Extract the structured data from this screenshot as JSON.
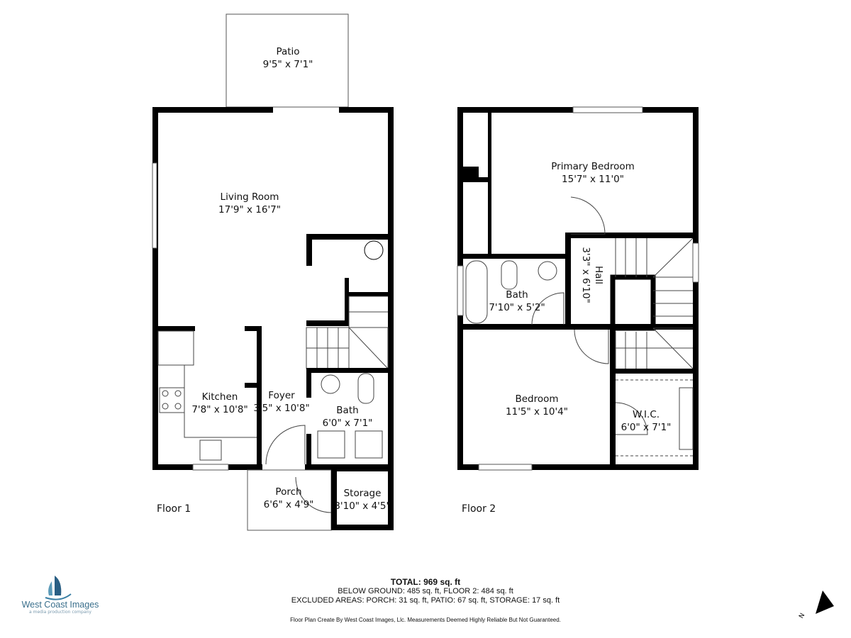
{
  "floors": [
    {
      "label": "Floor 1",
      "rooms": [
        {
          "name": "Patio",
          "dims": "9'5\" x 7'1\""
        },
        {
          "name": "Living Room",
          "dims": "17'9\" x 16'7\""
        },
        {
          "name": "Kitchen",
          "dims": "7'8\" x 10'8\""
        },
        {
          "name": "Foyer",
          "dims": "3'5\" x 10'8\""
        },
        {
          "name": "Bath",
          "dims": "6'0\" x 7'1\""
        },
        {
          "name": "Porch",
          "dims": "6'6\" x 4'9\""
        },
        {
          "name": "Storage",
          "dims": "3'10\" x 4'5\""
        }
      ]
    },
    {
      "label": "Floor 2",
      "rooms": [
        {
          "name": "Primary Bedroom",
          "dims": "15'7\" x 11'0\""
        },
        {
          "name": "Hall",
          "dims": "3'3\" x 6'10\""
        },
        {
          "name": "Bath",
          "dims": "7'10\" x 5'2\""
        },
        {
          "name": "Bedroom",
          "dims": "11'5\" x 10'4\""
        },
        {
          "name": "W.I.C.",
          "dims": "6'0\" x 7'1\""
        }
      ]
    }
  ],
  "summary": {
    "total": "TOTAL: 969 sq. ft",
    "line2": "BELOW GROUND: 485 sq. ft, FLOOR 2: 484 sq. ft",
    "line3": "EXCLUDED AREAS: PORCH: 31 sq. ft, PATIO: 67 sq. ft, STORAGE: 17 sq. ft"
  },
  "disclaimer": "Floor Plan Create By West Coast Images, Llc. Measurements Deemed Highly Reliable But Not Guaranteed.",
  "logo": {
    "name": "West Coast Images",
    "tagline": "a media production company",
    "color": "#3a6f8c"
  },
  "compass": {
    "label": "N",
    "icon": "north-arrow-icon"
  }
}
